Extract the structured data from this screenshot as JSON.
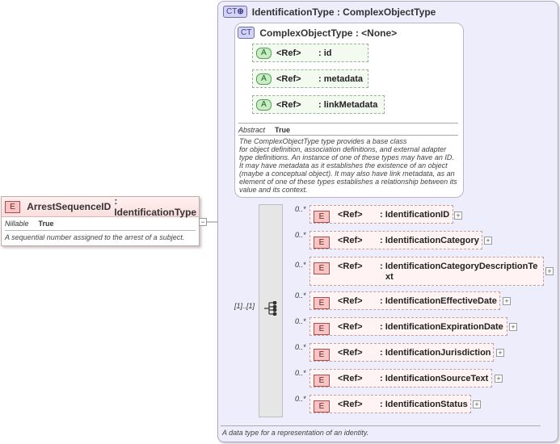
{
  "element": {
    "kind_badge": "E",
    "name": "ArrestSequenceID",
    "type_label": ": IdentificationType",
    "nillable_label": "Nillable",
    "nillable_value": "True",
    "description": "A sequential number assigned to the arrest of a subject."
  },
  "complex_type": {
    "badge": "CT",
    "title": "IdentificationType : ComplexObjectType",
    "description": "A data type for a representation of an identity.",
    "cardinality": "[1]..[1]"
  },
  "base_type": {
    "badge": "CT",
    "title": "ComplexObjectType : <None>",
    "attributes": [
      {
        "badge": "A",
        "ref": "<Ref>",
        "name": ": id"
      },
      {
        "badge": "A",
        "ref": "<Ref>",
        "name": ": metadata"
      },
      {
        "badge": "A",
        "ref": "<Ref>",
        "name": ": linkMetadata"
      }
    ],
    "abstract_label": "Abstract",
    "abstract_value": "True",
    "description_lines": [
      "The ComplexObjectType type provides a base class",
      "for object definition, association definitions, and external adapter",
      "type definitions. An instance of one of these types may have an ID.",
      "It may have metadata as it establishes the existence of an object",
      "(maybe a conceptual object). It may also have link metadata, as an",
      "element of one of these types establishes a relationship between its",
      "value and its context."
    ]
  },
  "children": [
    {
      "mult": "0..*",
      "badge": "E",
      "ref": "<Ref>",
      "name_lines": [
        ": IdentificationID"
      ]
    },
    {
      "mult": "0..*",
      "badge": "E",
      "ref": "<Ref>",
      "name_lines": [
        ": IdentificationCategory"
      ]
    },
    {
      "mult": "0..*",
      "badge": "E",
      "ref": "<Ref>",
      "name_lines": [
        ": IdentificationCategoryDescriptionTe",
        "xt"
      ]
    },
    {
      "mult": "0..*",
      "badge": "E",
      "ref": "<Ref>",
      "name_lines": [
        ": IdentificationEffectiveDate"
      ]
    },
    {
      "mult": "0..*",
      "badge": "E",
      "ref": "<Ref>",
      "name_lines": [
        ": IdentificationExpirationDate"
      ]
    },
    {
      "mult": "0..*",
      "badge": "E",
      "ref": "<Ref>",
      "name_lines": [
        ": IdentificationJurisdiction"
      ]
    },
    {
      "mult": "0..*",
      "badge": "E",
      "ref": "<Ref>",
      "name_lines": [
        ": IdentificationSourceText"
      ]
    },
    {
      "mult": "0..*",
      "badge": "E",
      "ref": "<Ref>",
      "name_lines": [
        ": IdentificationStatus"
      ]
    }
  ],
  "icons": {
    "expand": "+",
    "collapse": "−",
    "sequence": "sequence-compositor-icon"
  },
  "colors": {
    "element_fill": "#fbdede",
    "complex_type_fill": "#ededfb",
    "attribute_fill": "#f3fbf0"
  }
}
